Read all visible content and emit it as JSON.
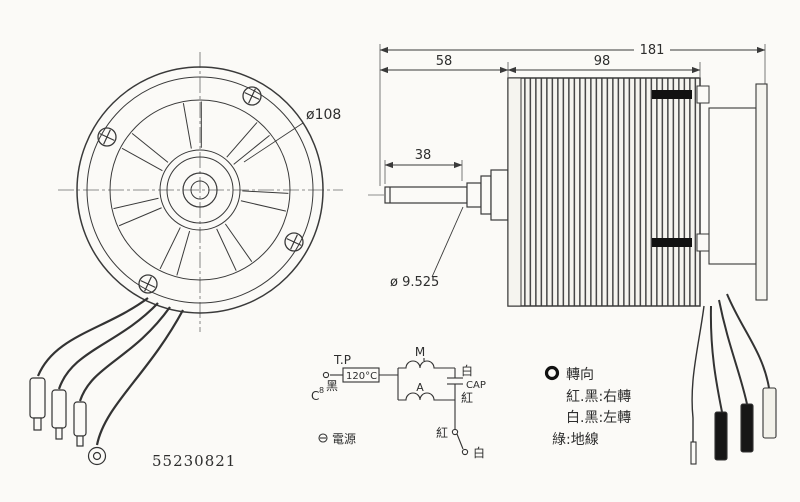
{
  "drawing": {
    "part_number": "55230821"
  },
  "front_view": {
    "diameter_label": "ø108"
  },
  "side_view": {
    "dim_total": "181",
    "dim_front": "58",
    "dim_body": "98",
    "dim_shaft": "38",
    "shaft_diameter": "ø 9.525"
  },
  "schematic": {
    "tp_label": "T.P",
    "black_wire": "黑",
    "temp_rating": "120°C",
    "c_terminal": "C",
    "c_sup": "8",
    "main_coil": "M",
    "aux_coil": "A",
    "white_wire": "白",
    "cap_label": "CAP",
    "red_wire": "紅",
    "red_terminal": "紅",
    "white_terminal": "白",
    "power_label": "電源"
  },
  "legend": {
    "title": "轉向",
    "line1": "紅.黑:右轉",
    "line2": "白.黑:左轉",
    "line3": "綠:地線"
  },
  "colors": {
    "line": "#3a3a3a",
    "paper": "#fbfaf7",
    "connector_black": "#161616"
  }
}
